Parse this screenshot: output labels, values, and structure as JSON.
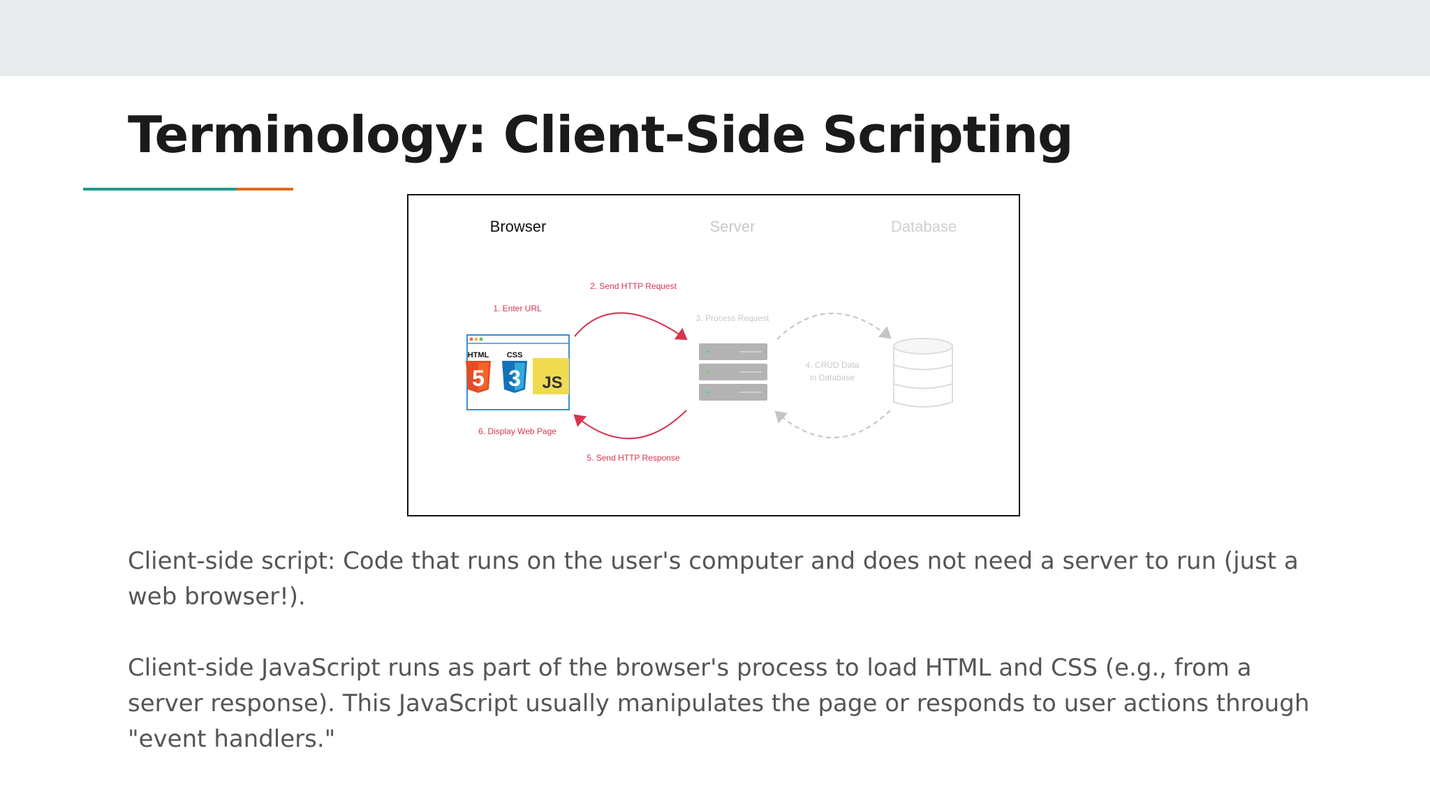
{
  "slide": {
    "title": "Terminology: Client-Side Scripting",
    "accent_colors": [
      "#1f9a8a",
      "#e06a1b"
    ],
    "paragraphs": [
      "Client-side script: Code that runs on the user's computer and does not need a server to run (just a web browser!).",
      "Client-side JavaScript runs as part of the browser's process to load HTML and CSS (e.g., from a server response). This JavaScript usually manipulates the page or responds to user actions through \"event handlers.\""
    ]
  },
  "diagram": {
    "columns": {
      "browser": "Browser",
      "server": "Server",
      "database": "Database"
    },
    "steps": {
      "enter_url": "1. Enter URL",
      "send_request": "2. Send HTTP Request",
      "process_request": "3. Process Request",
      "crud_line1": "4. CRUD Data",
      "crud_line2": "in Database",
      "send_response": "5. Send HTTP Response",
      "display_page": "6. Display Web Page"
    },
    "logos": {
      "html": "HTML",
      "html_num": "5",
      "css": "CSS",
      "css_num": "3",
      "js": "JS"
    },
    "colors": {
      "active_arrow": "#d7344e",
      "inactive": "#cccccc",
      "html5": "#e44d26",
      "css3": "#1572b6",
      "js": "#f0db4f"
    }
  }
}
